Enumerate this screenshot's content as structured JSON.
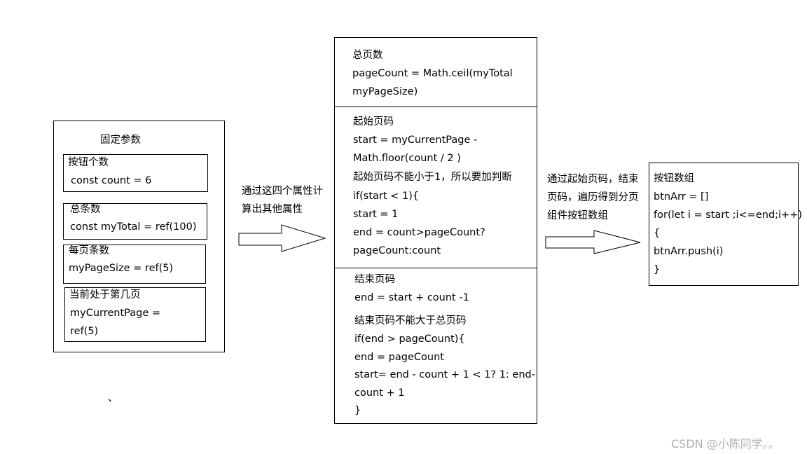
{
  "fixed_params": {
    "title": "固定参数",
    "button_count": {
      "label": "按钮个数",
      "code": "const  count = 6"
    },
    "total": {
      "label": "总条数",
      "code": "const myTotal = ref(100)"
    },
    "page_size": {
      "label": "每页条数",
      "code": "myPageSize = ref(5)"
    },
    "current_page": {
      "label": "当前处于第几页",
      "code_lines": [
        "myCurrentPage =",
        "ref(5)"
      ]
    }
  },
  "arrow1_text": [
    "通过这四个属性计",
    "算出其他属性"
  ],
  "computed": {
    "page_count": {
      "title": "总页数",
      "lines": [
        "pageCount = Math.ceil(myTotal",
        "myPageSize)"
      ]
    },
    "start_page": {
      "title": "起始页码",
      "lines": [
        "start = myCurrentPage -",
        "Math.floor(count / 2 )",
        "起始页码不能小于1，所以要加判断",
        "if(start < 1){",
        "start = 1",
        "end = count>pageCount?",
        "pageCount:count"
      ]
    },
    "end_page": {
      "title": "结束页码",
      "line1": "end = start + count -1",
      "note": "结束页码不能大于总页码",
      "lines": [
        "if(end > pageCount){",
        "end = pageCount",
        "start= end - count + 1 < 1? 1: end-",
        "count + 1",
        "}"
      ]
    }
  },
  "arrow2_text": [
    "通过起始页码，结束",
    "页码，遍历得到分页",
    "组件按钮数组"
  ],
  "button_array": {
    "title": "按钮数组",
    "lines": [
      "btnArr = []",
      "for(let i = start ;i<=end;i++)",
      "{",
      "btnArr.push(i)",
      "}"
    ]
  },
  "stray_mark": "、",
  "watermark": "CSDN @小陈同学。。"
}
